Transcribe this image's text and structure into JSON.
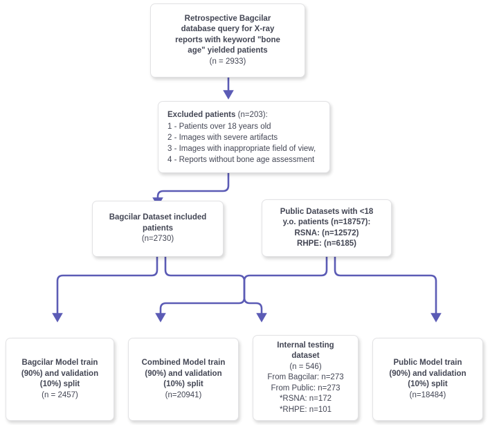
{
  "diagram": {
    "title": "Study dataset flow diagram",
    "colors": {
      "edge": "#5b5bb5",
      "node_border": "#e2e2e4",
      "node_background": "#ffffff",
      "text": "#434654",
      "page_background": "#ffffff"
    }
  },
  "nodes": {
    "source": {
      "name": "retrospective-query",
      "lines": [
        {
          "text": "Retrospective Bagcilar",
          "bold": true
        },
        {
          "text": "database query for X-ray",
          "bold": true
        },
        {
          "text": "reports with keyword \"bone",
          "bold": true
        },
        {
          "text": "age\" yielded patients",
          "bold": true
        },
        {
          "text": "(n = 2933)",
          "bold": false
        }
      ]
    },
    "excluded": {
      "name": "excluded-patients",
      "heading_bold": "Excluded patients",
      "heading_rest": " (n=203):",
      "items": [
        "1 - Patients over 18 years old",
        "2 - Images with severe artifacts",
        "3 - Images with inappropriate field of view,",
        "4 - Reports without bone age assessment"
      ]
    },
    "bagcilar": {
      "name": "bagcilar-dataset",
      "lines": [
        {
          "text": "Bagcilar Dataset included",
          "bold": true
        },
        {
          "text": "patients",
          "bold": true
        },
        {
          "text": "(n=2730)",
          "bold": false
        }
      ]
    },
    "public": {
      "name": "public-datasets",
      "lines": [
        {
          "text": "Public Datasets with <18",
          "bold": true
        },
        {
          "text": "y.o. patients (n=18757):",
          "bold": true
        },
        {
          "text": "RSNA: (n=12572)",
          "bold": true
        },
        {
          "text": "RHPE: (n=6185)",
          "bold": true
        }
      ]
    },
    "bagcilar_model": {
      "name": "bagcilar-model-train",
      "lines": [
        {
          "text": "Bagcilar Model train",
          "bold": true
        },
        {
          "text": "(90%) and validation",
          "bold": true
        },
        {
          "text": "(10%) split",
          "bold": true
        },
        {
          "text": "(n = 2457)",
          "bold": false
        }
      ]
    },
    "combined_model": {
      "name": "combined-model-train",
      "lines": [
        {
          "text": "Combined Model train",
          "bold": true
        },
        {
          "text": "(90%) and validation",
          "bold": true
        },
        {
          "text": "(10%) split",
          "bold": true
        },
        {
          "text": "(n=20941)",
          "bold": false
        }
      ]
    },
    "internal_testing": {
      "name": "internal-testing-dataset",
      "lines": [
        {
          "text": "Internal testing",
          "bold": true
        },
        {
          "text": "dataset",
          "bold": true
        },
        {
          "text": "(n = 546)",
          "bold": false
        },
        {
          "text": "From Bagcilar: n=273",
          "bold": false
        },
        {
          "text": "From Public: n=273",
          "bold": false
        },
        {
          "text": "*RSNA: n=172",
          "bold": false
        },
        {
          "text": "*RHPE: n=101",
          "bold": false
        }
      ]
    },
    "public_model": {
      "name": "public-model-train",
      "lines": [
        {
          "text": "Public Model train",
          "bold": true
        },
        {
          "text": "(90%) and validation",
          "bold": true
        },
        {
          "text": "(10%) split",
          "bold": true
        },
        {
          "text": "(n=18484)",
          "bold": false
        }
      ]
    }
  }
}
